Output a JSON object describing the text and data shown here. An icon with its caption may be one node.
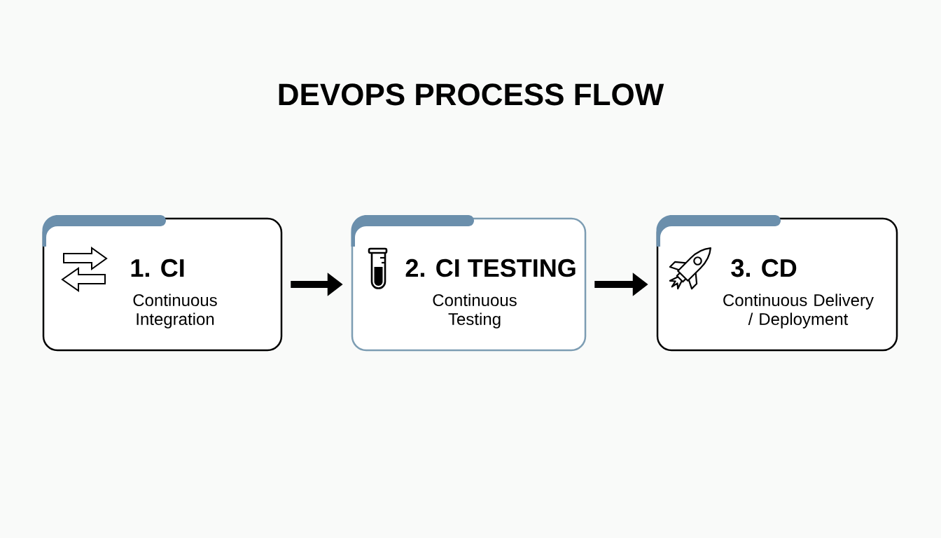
{
  "diagram": {
    "title": "DEVOPS PROCESS FLOW",
    "nodes": [
      {
        "text": [
          "1. CI",
          "Continuous Integration"
        ]
      },
      {
        "text": [
          "2. CI TESTING",
          "Continuous Testing"
        ]
      },
      {
        "text": [
          "3. CD",
          "Continuous Delivery / Deployment"
        ]
      }
    ],
    "edges": [
      {
        "from": 0,
        "to": 1,
        "arrow": "to"
      },
      {
        "from": 1,
        "to": 2,
        "arrow": "to"
      }
    ]
  }
}
